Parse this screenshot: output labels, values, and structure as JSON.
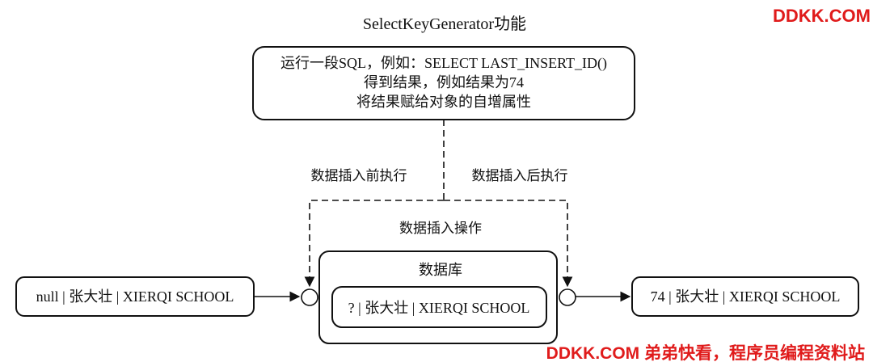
{
  "title": "SelectKeyGenerator功能",
  "top_box": {
    "line1": "运行一段SQL，例如：SELECT LAST_INSERT_ID()",
    "line2": "得到结果，例如结果为74",
    "line3": "将结果赋给对象的自增属性"
  },
  "labels": {
    "before": "数据插入前执行",
    "after": "数据插入后执行",
    "insert_op": "数据插入操作"
  },
  "left_box": "null | 张大壮 | XIERQI SCHOOL",
  "db": {
    "title": "数据库",
    "inner": "? | 张大壮 | XIERQI SCHOOL"
  },
  "right_box": "74 | 张大壮 | XIERQI SCHOOL",
  "watermark": {
    "top": "DDKK.COM",
    "bottom": "DDKK.COM 弟弟快看，程序员编程资料站",
    "color": "#e01b1b"
  }
}
